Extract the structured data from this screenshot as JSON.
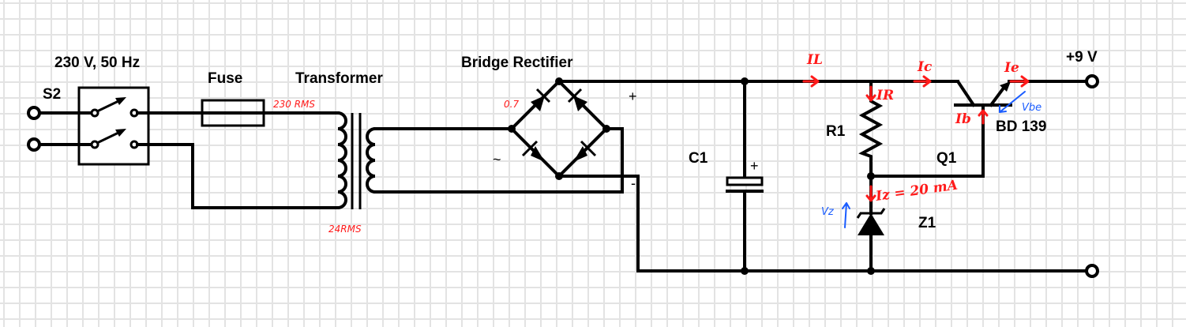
{
  "diagram": {
    "type": "circuit-schematic",
    "title": "Linear 9 V regulated power supply",
    "colors": {
      "wire": "#000000",
      "grid": "#e3e3e3",
      "annotation_red": "#ff1a1a",
      "annotation_blue": "#1a5cff"
    }
  },
  "labels": {
    "mains": "230 V, 50 Hz",
    "switch": "S2",
    "fuse": "Fuse",
    "transformer": "Transformer",
    "bridge": "Bridge Rectifier",
    "capacitor": "C1",
    "resistor": "R1",
    "transistor": "Q1",
    "transistor_part": "BD 139",
    "zener": "Z1",
    "output": "+9 V",
    "bridge_plus": "+",
    "bridge_minus": "-",
    "cap_plus": "+",
    "ac_symbol": "~"
  },
  "annotations": {
    "primary_voltage": "230 RMS",
    "secondary_voltage": "24RMS",
    "diode_drop": "0.7",
    "load_current": "IL",
    "resistor_current": "IR",
    "collector_current": "Ic",
    "emitter_current": "Ie",
    "base_current": "Ib",
    "zener_current": "Iz = 20 mA",
    "zener_voltage": "Vz",
    "base_emitter_voltage": "Vbe"
  },
  "components": [
    {
      "id": "S2",
      "type": "double-pole switch"
    },
    {
      "id": "F",
      "type": "fuse"
    },
    {
      "id": "T",
      "type": "transformer",
      "primary": "230 RMS",
      "secondary": "24 RMS"
    },
    {
      "id": "BR",
      "type": "bridge rectifier",
      "diodes": 4
    },
    {
      "id": "C1",
      "type": "electrolytic capacitor"
    },
    {
      "id": "R1",
      "type": "resistor"
    },
    {
      "id": "Z1",
      "type": "zener diode",
      "current": "20 mA"
    },
    {
      "id": "Q1",
      "type": "NPN transistor",
      "part": "BD 139"
    }
  ]
}
